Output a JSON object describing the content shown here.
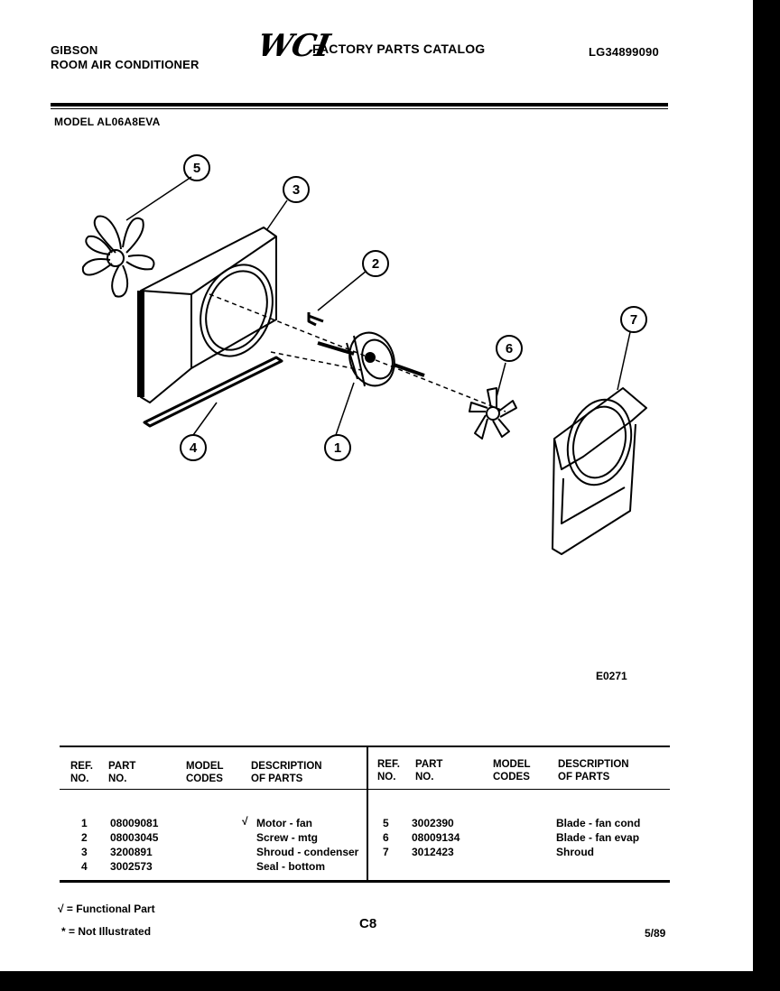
{
  "header": {
    "brand": "GIBSON",
    "product": "ROOM AIR CONDITIONER",
    "logo": "WCI",
    "catalog_title": "FACTORY PARTS CATALOG",
    "catalog_number": "LG34899090",
    "model_label": "MODEL AL06A8EVA"
  },
  "diagram": {
    "callouts": [
      "1",
      "2",
      "3",
      "4",
      "5",
      "6",
      "7"
    ],
    "figure_code": "E0271"
  },
  "table": {
    "headers_left": [
      "REF.\nNO.",
      "PART\nNO.",
      "MODEL\nCODES",
      "DESCRIPTION\nOF PARTS"
    ],
    "headers_right": [
      "REF.\nNO.",
      "PART\nNO.",
      "MODEL\nCODES",
      "DESCRIPTION\nOF PARTS"
    ],
    "rows_left": [
      {
        "ref": "1",
        "part": "08009081",
        "mark": "√",
        "desc": "Motor - fan"
      },
      {
        "ref": "2",
        "part": "08003045",
        "mark": "",
        "desc": "Screw - mtg"
      },
      {
        "ref": "3",
        "part": "3200891",
        "mark": "",
        "desc": "Shroud - condenser"
      },
      {
        "ref": "4",
        "part": "3002573",
        "mark": "",
        "desc": "Seal - bottom"
      }
    ],
    "rows_right": [
      {
        "ref": "5",
        "part": "3002390",
        "desc": "Blade - fan cond"
      },
      {
        "ref": "6",
        "part": "08009134",
        "desc": "Blade - fan evap"
      },
      {
        "ref": "7",
        "part": "3012423",
        "desc": "Shroud"
      }
    ]
  },
  "footer": {
    "functional_note": "√ = Functional Part",
    "not_illustrated_note": "* = Not Illustrated",
    "page_code": "C8",
    "date_code": "5/89"
  }
}
